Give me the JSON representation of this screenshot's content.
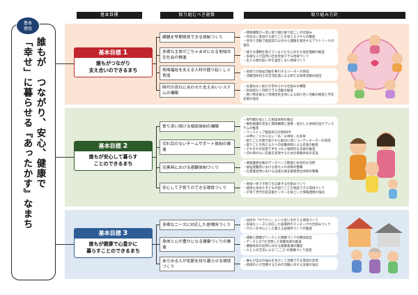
{
  "headers": {
    "goal": "基本目標",
    "measures": "取り組むべき施策",
    "directions": "取り組み方針"
  },
  "basic_concept": {
    "badge_line1": "基本",
    "badge_line2": "理念",
    "col1": "誰もが　つながり、安心、健康で",
    "col2": "「幸せ」に暮らせる『あったかす』なまち"
  },
  "goals": [
    {
      "label": "基本目標",
      "num": "1",
      "text1": "誰もがつながり",
      "text2": "支え合いのできるまち"
    },
    {
      "label": "基本目標",
      "num": "2",
      "text1": "誰もが安心して暮らす",
      "text2": "ことのできるまち"
    },
    {
      "label": "基本目標",
      "num": "3",
      "text1": "誰もが健康で心豊かに",
      "text2": "暮らすことのできるまち"
    }
  ],
  "measures": [
    [
      "課題を早期発見できる体制づくり",
      "多様な主体がごちゃまぜになる地域共生社会の推進",
      "地域福祉を支える人材の掘り起こしと育成",
      "時代の流れに合わせた支え合いシステムの構築"
    ],
    [
      "寄り添い続ける相談体制の構築",
      "切れ目のないチームサポート体制の推進",
      "災害時における避難体制づくり",
      "安心して子育てのできる環境づくり"
    ],
    [
      "多様なニーズに対応した居場所づくり",
      "身体と心が豊かになる健康づくりの推進",
      "あらゆる人が役割を持ち暮らせる環境づくり"
    ]
  ],
  "directions": [
    [
      [
        "関係機関が一堂に取り組む掘り起こしの仕組み",
        "何気ない会話から困りごとを拾えるスキルの醸成",
        "見守り活動で相談窓口以外から課題を発見するアウトリーチの強化"
      ],
      [
        "様々な課題を抱えている人たちに対する住民理解の推進",
        "多様な人が自然に社会参加できる地域づくり",
        "支える側の担い手を固定しない地域づくり"
      ],
      [
        "地域での福祉活動を牽引するリーダーの育成",
        "活動団体同士の交流促進による新たな地域活動の創出"
      ],
      [
        "気兼ねなく助けが求められる仕組みの構築",
        "負担感なく持続できる活動の推進",
        "買い物支援など地域住民主体による助け合い活動の推進と伴走支援の強化"
      ]
    ],
    [
      [
        "専門職を核とした相談体制の確立",
        "権利擁護の充実と関係機関と連携・協力した地域包括ケアシステムの推進",
        "ワンストップ相談窓口の周知PR",
        "分野にこだわらない「あこま相談」の実施"
      ],
      [
        "困りごとの関き取りから解決に導くコーディネーターの育成",
        "困りごとを抱える人への協働体制による支援の推進",
        "それぞれの役割で手をつなぐ継続的な支援の推進",
        "切れ目のない支援を実現するための情報共有の充実"
      ],
      [
        "要援護者台帳のデータベース整理と有効的な活用",
        "福祉避難所における受け入れ体制の整備",
        "災害発生時における迅速な要支援者救出体制の整備"
      ],
      [
        "地域一体で子育てを応援する仕組みづくり",
        "発達も含めた子どもの困りごとを相談できる環境づくり",
        "子育て世代包括支援センターを核とした情報連携の強化"
      ]
    ],
    [
      [
        "住民の「やりたい」という思いを叶える環境づくり",
        "多様なニーズに対応した居場所のマッチングの仕組みづくり",
        "サロンを中心とした集える居場所づくりの推進"
      ],
      [
        "運動と健康がリンクした健康づくりの機会創出",
        "データとICTを活用した保健指導の推進",
        "健康寿命の延伸に対する健康意識の醸成",
        "人と人の交流による\"こころ\"の健康づくり促進"
      ],
      [
        "誰もが自分の強みを生かして活躍できる環境の実現",
        "地域の人が活躍するための活動に対する支援の強化"
      ]
    ]
  ],
  "colors": {
    "goal1": "#c0262c",
    "goal2": "#2d5a2a",
    "goal3": "#2e5d95",
    "band1": "#fbe4d3",
    "band2": "#e3ecd8",
    "band3": "#dde8f3"
  }
}
